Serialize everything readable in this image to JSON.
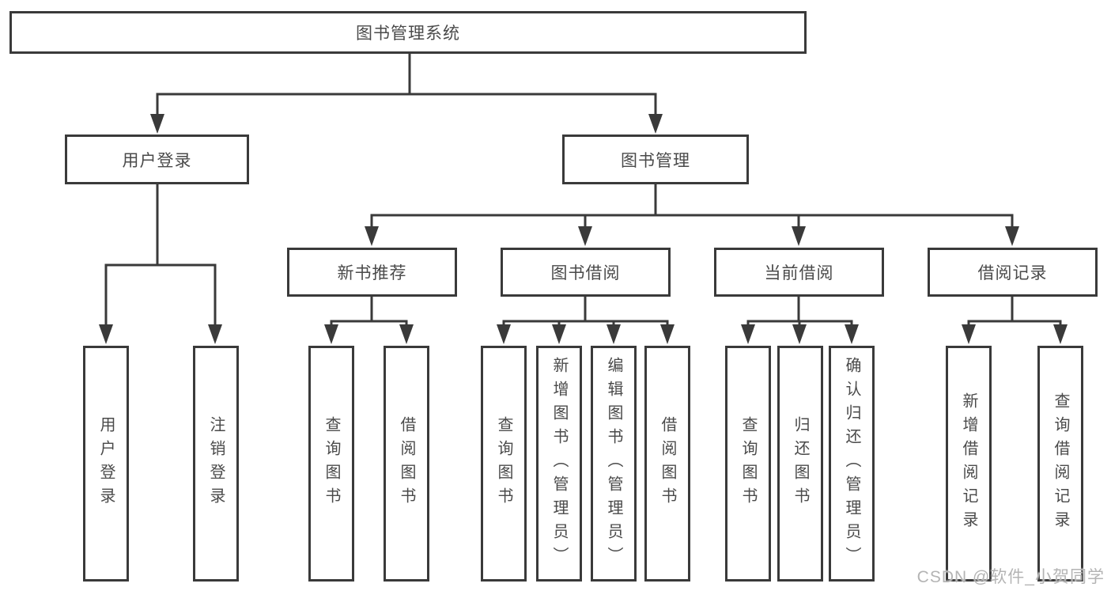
{
  "colors": {
    "line": "#3a3a3a",
    "box_border": "#3a3a3a",
    "box_fill": "#ffffff",
    "text": "#4a4a4a",
    "watermark": "#b4b4b4",
    "background": "#ffffff"
  },
  "watermark": "CSDN @软件_小贺同学",
  "tree": {
    "root": {
      "label": "图书管理系统"
    },
    "branches": [
      {
        "label": "用户登录",
        "children": [
          {
            "label": "用户登录"
          },
          {
            "label": "注销登录"
          }
        ]
      },
      {
        "label": "图书管理",
        "sections": [
          {
            "label": "新书推荐",
            "children": [
              {
                "label": "查询图书"
              },
              {
                "label": "借阅图书"
              }
            ]
          },
          {
            "label": "图书借阅",
            "children": [
              {
                "label": "查询图书"
              },
              {
                "label": "新增图书（管理员）"
              },
              {
                "label": "编辑图书（管理员）"
              },
              {
                "label": "借阅图书"
              }
            ]
          },
          {
            "label": "当前借阅",
            "children": [
              {
                "label": "查询图书"
              },
              {
                "label": "归还图书"
              },
              {
                "label": "确认归还（管理员）"
              }
            ]
          },
          {
            "label": "借阅记录",
            "children": [
              {
                "label": "新增借阅记录"
              },
              {
                "label": "查询借阅记录"
              }
            ]
          }
        ]
      }
    ]
  }
}
